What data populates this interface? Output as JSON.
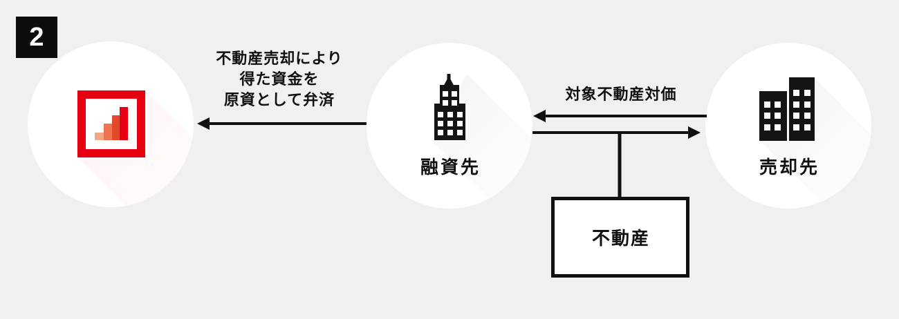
{
  "step_badge": "2",
  "nodes": {
    "lender": {
      "icon": "bank-logo-icon"
    },
    "borrower": {
      "label": "融資先",
      "icon": "office-building-icon"
    },
    "buyer": {
      "label": "売却先",
      "icon": "two-buildings-icon"
    },
    "property": {
      "label": "不動産"
    }
  },
  "annotations": {
    "repayment": {
      "lines": [
        "不動産売却により",
        "得た資金を",
        "原資として弁済"
      ]
    },
    "consideration": "対象不動産対価"
  },
  "colors": {
    "background": "#f0f0ef",
    "ink": "#111111",
    "brand_red": "#e60012",
    "logo_bars": [
      "#f0a987",
      "#ee7350",
      "#e2482a",
      "#e60012"
    ]
  }
}
